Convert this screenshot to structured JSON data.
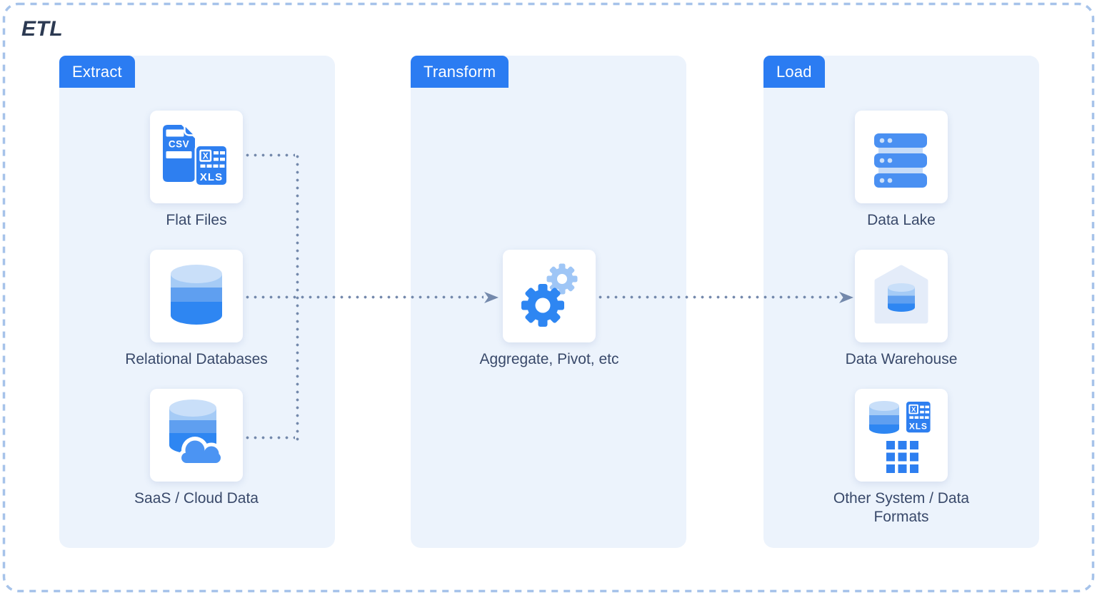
{
  "title": "ETL",
  "columns": [
    {
      "label": "Extract",
      "items": [
        {
          "label": "Flat Files",
          "icon": "csv-xls-files-icon"
        },
        {
          "label": "Relational Databases",
          "icon": "database-cylinder-icon"
        },
        {
          "label": "SaaS / Cloud Data",
          "icon": "cloud-database-icon"
        }
      ]
    },
    {
      "label": "Transform",
      "items": [
        {
          "label": "Aggregate, Pivot, etc",
          "icon": "gears-icon"
        }
      ]
    },
    {
      "label": "Load",
      "items": [
        {
          "label": "Data Lake",
          "icon": "server-stack-icon"
        },
        {
          "label": "Data Warehouse",
          "icon": "warehouse-icon"
        },
        {
          "label": "Other System / Data Formats",
          "icon": "mixed-formats-icon"
        }
      ]
    }
  ],
  "icon_labels": {
    "csv": "CSV",
    "xls": "XLS",
    "x": "X"
  },
  "colors": {
    "badge_blue": "#2B7CF2",
    "icon_blue": "#2E86F2",
    "icon_blue_mid": "#5F9FF0",
    "icon_blue_light": "#A5CBF6",
    "icon_blue_lightest": "#C9DFF9",
    "panel_background": "#ECF3FC",
    "connector_slate": "#7489AC",
    "frame_dash": "#A6C3EA",
    "label_text": "#39496A",
    "house_fill": "#E4ECF9"
  }
}
